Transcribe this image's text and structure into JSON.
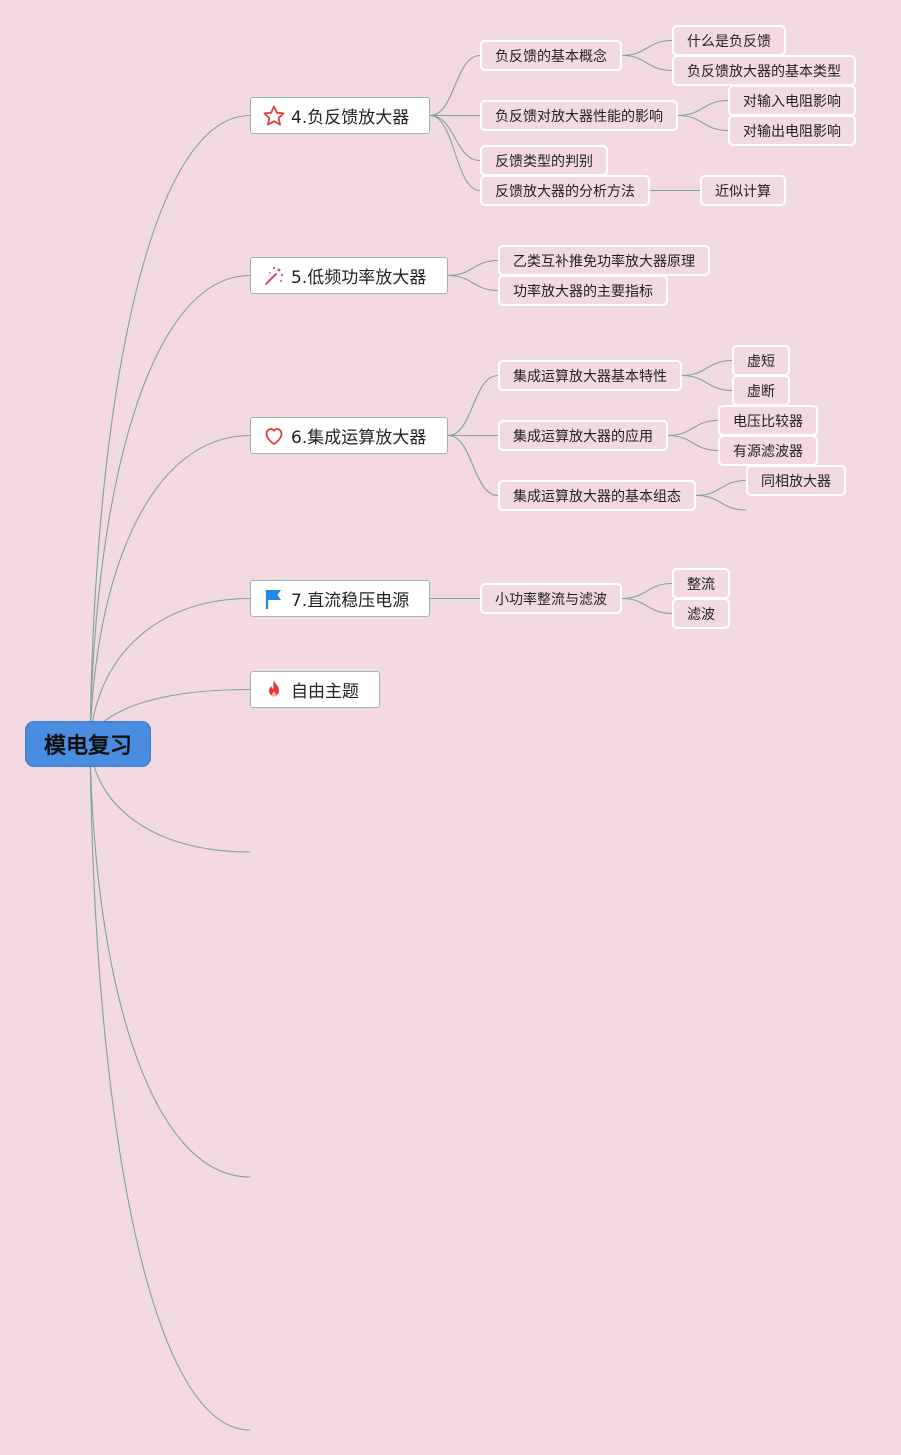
{
  "root": {
    "label": "模电复习"
  },
  "branches": [
    {
      "icon": "star-icon",
      "label": "4.负反馈放大器",
      "children": [
        {
          "label": "负反馈的基本概念",
          "children": [
            "什么是负反馈",
            "负反馈放大器的基本类型"
          ]
        },
        {
          "label": "负反馈对放大器性能的影响",
          "children": [
            "对输入电阻影响",
            "对输出电阻影响"
          ]
        },
        {
          "label": "反馈类型的判别",
          "children": []
        },
        {
          "label": "反馈放大器的分析方法",
          "children": [
            "近似计算"
          ]
        }
      ]
    },
    {
      "icon": "magic-wand-icon",
      "label": "5.低频功率放大器",
      "children": [
        {
          "label": "乙类互补推免功率放大器原理",
          "children": []
        },
        {
          "label": "功率放大器的主要指标",
          "children": []
        }
      ]
    },
    {
      "icon": "heart-icon",
      "label": "6.集成运算放大器",
      "children": [
        {
          "label": "集成运算放大器基本特性",
          "children": [
            "虚短",
            "虚断"
          ]
        },
        {
          "label": "集成运算放大器的应用",
          "children": [
            "电压比较器",
            "有源滤波器"
          ]
        },
        {
          "label": "集成运算放大器的基本组态",
          "children": [
            "同相放大器"
          ]
        }
      ]
    },
    {
      "icon": "flag-icon",
      "label": "7.直流稳压电源",
      "children": [
        {
          "label": "小功率整流与滤波",
          "children": [
            "整流",
            "滤波"
          ]
        }
      ]
    },
    {
      "icon": "fire-icon",
      "label": "自由主题",
      "children": []
    }
  ],
  "colors": {
    "background": "#f3d9e0",
    "root": "#4a8ce0",
    "line": "#7fa59a",
    "star": "#e0403a",
    "wand": "#e0407a",
    "heart": "#e0403a",
    "flag": "#1e88e5",
    "fire": "#e53935"
  }
}
